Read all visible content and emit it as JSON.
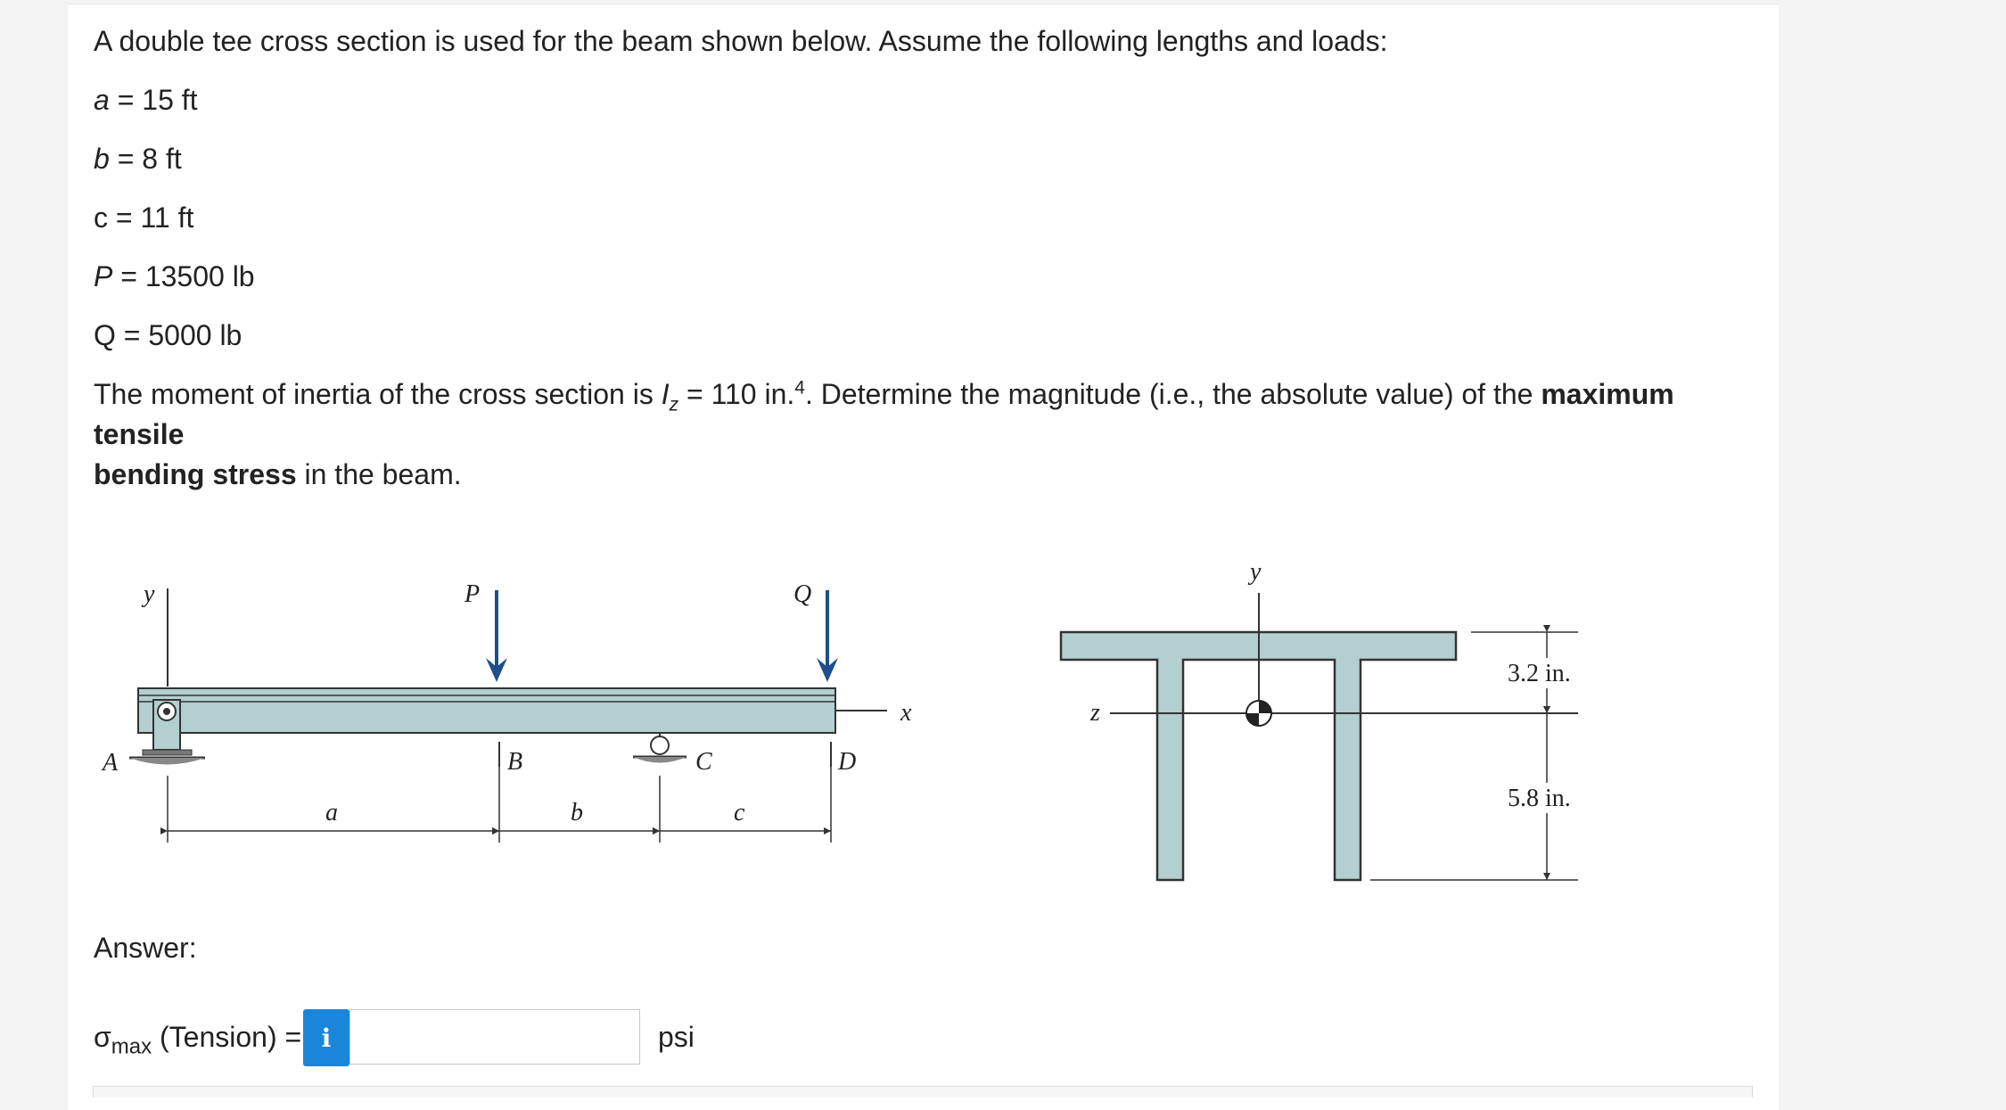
{
  "problem": {
    "intro": "A double tee cross section is used for the beam shown below.  Assume the following lengths and loads:",
    "givens": [
      {
        "symbol": "a",
        "rest": " = 15 ft"
      },
      {
        "symbol": "b",
        "rest": " = 8 ft"
      },
      {
        "symbol": "c",
        "rest": " = 11 ft"
      },
      {
        "symbol": "P",
        "rest": " = 13500 lb"
      },
      {
        "symbol": "Q",
        "rest": " = 5000 lb"
      }
    ],
    "moment_text_1": "The moment of inertia of the cross section is ",
    "moment_symbol": "I",
    "moment_subscript": "z",
    "moment_value": " = 110 in.",
    "moment_exponent": "4",
    "moment_text_2": ".  Determine the magnitude (i.e., the absolute value) of the ",
    "bold_1": "maximum tensile",
    "bold_2": "bending stress",
    "moment_text_3": " in the beam."
  },
  "figure": {
    "beam_labels": {
      "y": "y",
      "P": "P",
      "Q": "Q",
      "x": "x",
      "A": "A",
      "B": "B",
      "C": "C",
      "D": "D",
      "a": "a",
      "b": "b",
      "c": "c"
    },
    "section_labels": {
      "y": "y",
      "z": "z",
      "dim_top": "3.2 in.",
      "dim_bottom": "5.8 in."
    },
    "colors": {
      "beam_fill": "#b3cfcf",
      "load_arrow": "#1f4f8a",
      "outline": "#333333"
    }
  },
  "answer": {
    "label": "Answer:",
    "sigma": "σ",
    "sigma_sub": "max",
    "tension_text": " (Tension) =",
    "info_icon": "i",
    "input_value": "",
    "unit": "psi"
  }
}
